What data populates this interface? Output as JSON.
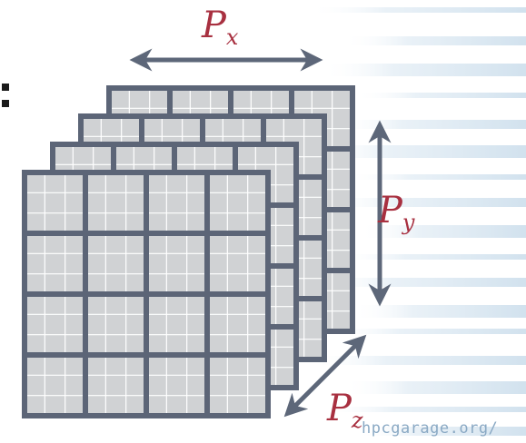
{
  "labels": {
    "px": "P",
    "px_sub": "x",
    "py": "P",
    "py_sub": "y",
    "pz": "P",
    "pz_sub": "z"
  },
  "watermark": "hpcgarage.org/",
  "diagram": {
    "layers": 4,
    "blocks_per_side": 4,
    "cells_per_block": 3,
    "colors": {
      "block_border": "#5c6577",
      "cell_fill": "#d0d2d4",
      "cell_line": "#ffffff",
      "arrow": "#5d6779",
      "label": "#a83040",
      "streak": "#d4e3ef",
      "watermark": "#8aa9c4"
    }
  }
}
